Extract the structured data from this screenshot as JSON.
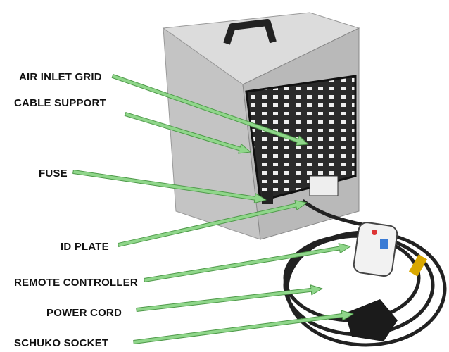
{
  "labels": {
    "air_inlet_grid": "AIR INLET GRID",
    "cable_support": "CABLE SUPPORT",
    "fuse": "FUSE",
    "id_plate": "ID PLATE",
    "remote_controller": "REMOTE CONTROLLER",
    "power_cord": "POWER CORD",
    "schuko_socket": "SCHUKO SOCKET"
  },
  "colors": {
    "arrow": "#8fd68a",
    "arrow_outline": "#4f9a4a",
    "body": "#c9c9c9",
    "grid": "#2a2a2a"
  }
}
